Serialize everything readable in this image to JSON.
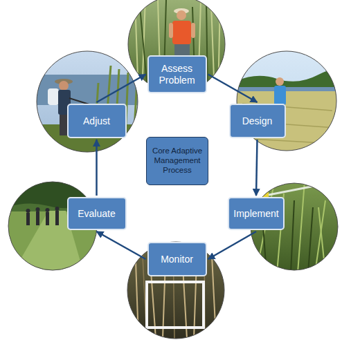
{
  "diagram": {
    "nodes": [
      {
        "text": [
          "Assess Problem"
        ]
      },
      {
        "text": [
          "Design"
        ]
      },
      {
        "text": [
          "Implement"
        ]
      },
      {
        "text": [
          "Monitor"
        ]
      },
      {
        "text": [
          "Evaluate"
        ]
      },
      {
        "text": [
          "Adjust"
        ]
      },
      {
        "text": [
          "Core Adaptive Management Process"
        ]
      }
    ],
    "edges": [
      {
        "from": 0,
        "to": 1,
        "arrow": "to"
      },
      {
        "from": 1,
        "to": 2,
        "arrow": "to"
      },
      {
        "from": 2,
        "to": 3,
        "arrow": "to"
      },
      {
        "from": 3,
        "to": 4,
        "arrow": "to"
      },
      {
        "from": 4,
        "to": 5,
        "arrow": "to"
      },
      {
        "from": 5,
        "to": 0,
        "arrow": "to"
      }
    ]
  }
}
